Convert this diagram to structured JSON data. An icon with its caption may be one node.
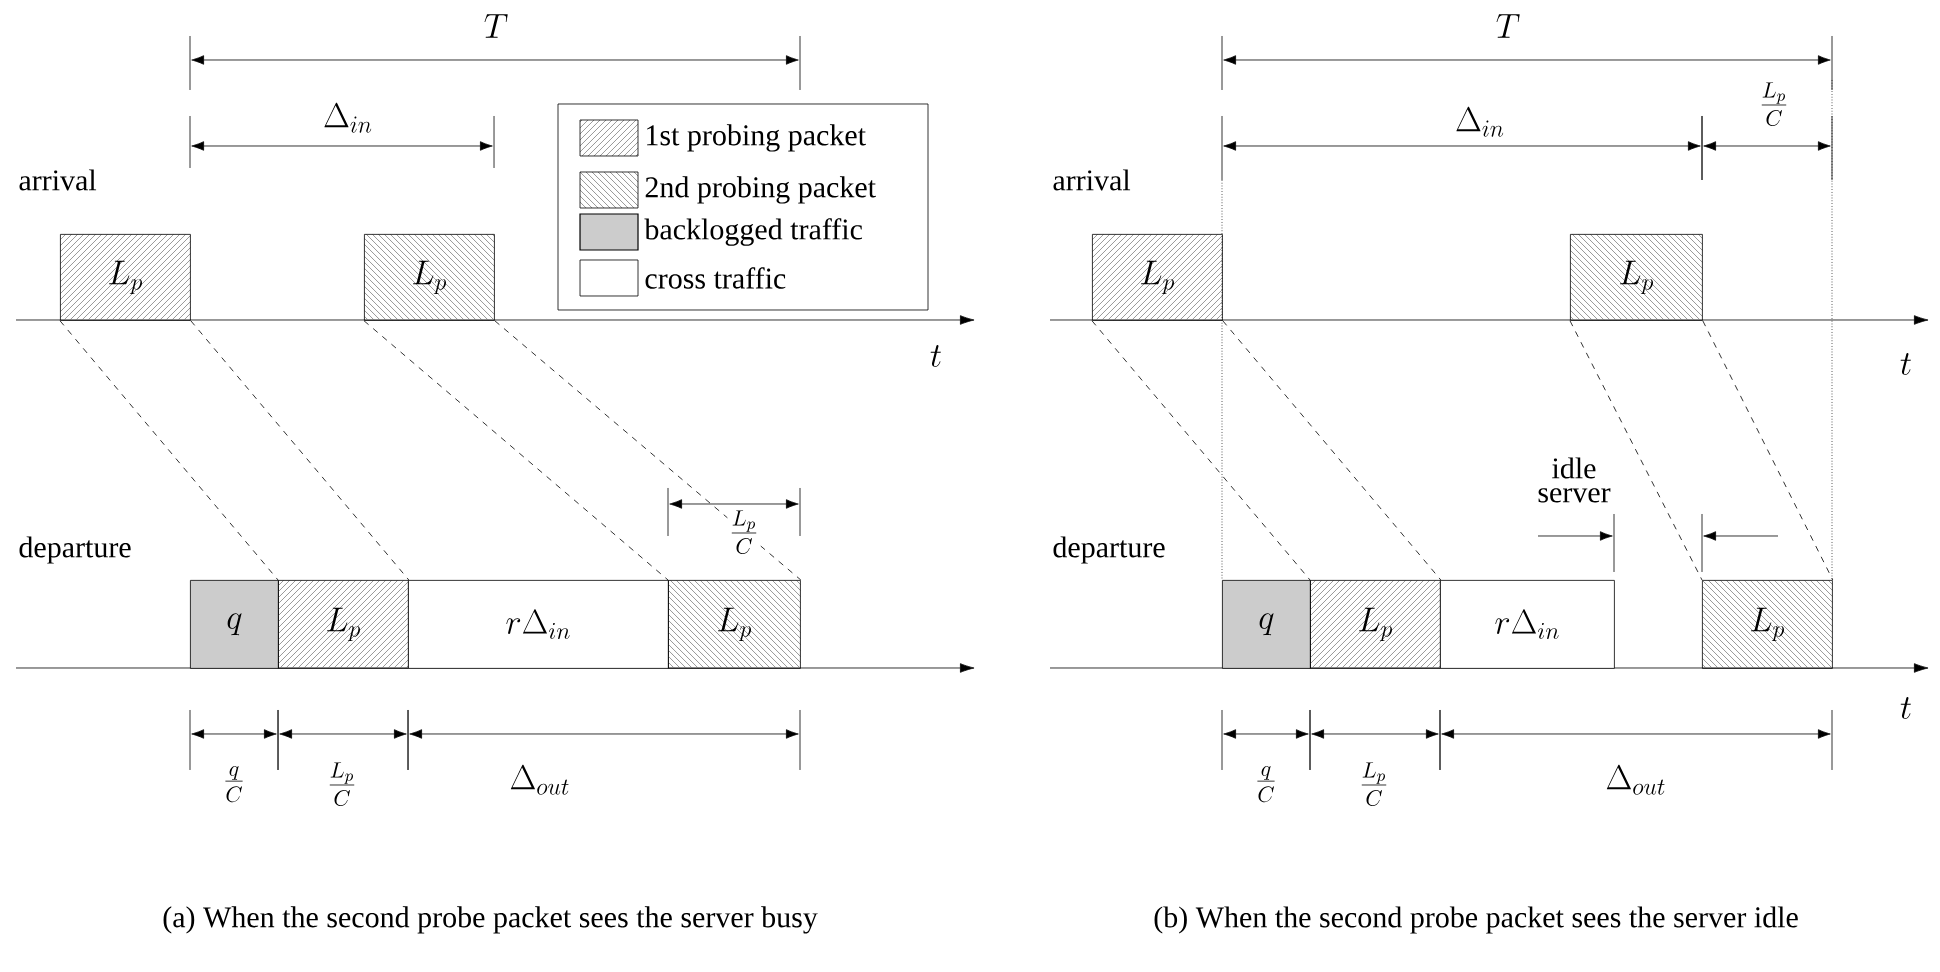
{
  "diagram": {
    "nodes": [
      {
        "text": [
          "L_p"
        ]
      },
      {
        "text": [
          "L_p"
        ]
      },
      {
        "text": [
          "q"
        ]
      },
      {
        "text": [
          "L_p"
        ]
      },
      {
        "text": [
          "r\\Delta_{in}"
        ]
      },
      {
        "text": [
          "L_p"
        ]
      },
      {
        "text": [
          "L_p"
        ]
      },
      {
        "text": [
          "L_p"
        ]
      },
      {
        "text": [
          "q"
        ]
      },
      {
        "text": [
          "L_p"
        ]
      },
      {
        "text": [
          "r\\Delta_{in}"
        ]
      },
      {
        "text": [
          "L_p"
        ]
      }
    ],
    "edges": [
      {
        "from": 0,
        "to": 3,
        "arrow": "none",
        "style": "dashed"
      },
      {
        "from": 0,
        "to": 3,
        "arrow": "none",
        "style": "dashed"
      },
      {
        "from": 1,
        "to": 5,
        "arrow": "none",
        "style": "dashed"
      },
      {
        "from": 1,
        "to": 5,
        "arrow": "none",
        "style": "dashed"
      },
      {
        "from": 6,
        "to": 9,
        "arrow": "none",
        "style": "dashed"
      },
      {
        "from": 6,
        "to": 9,
        "arrow": "none",
        "style": "dashed"
      },
      {
        "from": 7,
        "to": 11,
        "arrow": "none",
        "style": "dashed"
      },
      {
        "from": 7,
        "to": 11,
        "arrow": "none",
        "style": "dashed"
      }
    ],
    "labels": [
      "T",
      "\\Delta_{in}",
      "arrival",
      "t",
      "departure",
      "\\frac{L_p}{C}",
      "\\frac{q}{C}",
      "\\frac{L_p}{C}",
      "\\Delta_{out}",
      "(a) When the second probe packet sees the server busy",
      "T",
      "\\frac{L_p}{C}",
      "\\Delta_{in}",
      "arrival",
      "t",
      "idle server",
      "departure",
      "t",
      "\\frac{q}{C}",
      "\\frac{L_p}{C}",
      "\\Delta_{out}",
      "(b) When the second probe packet sees the server idle"
    ],
    "legend": [
      {
        "text": "1st probing packet"
      },
      {
        "text": "2nd probing packet"
      },
      {
        "text": "backlogged traffic",
        "color": "#cccccc"
      },
      {
        "text": "cross traffic"
      }
    ]
  }
}
